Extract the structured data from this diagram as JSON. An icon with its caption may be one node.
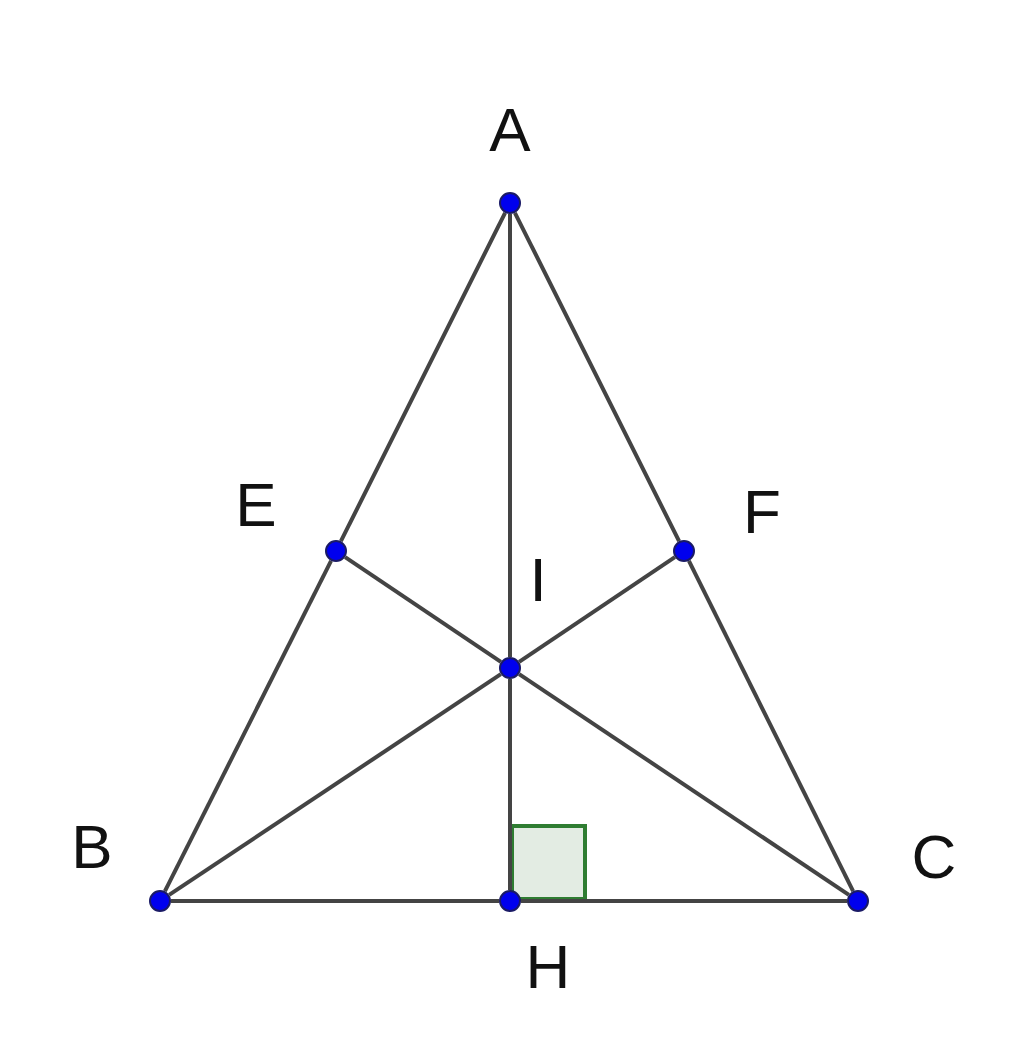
{
  "diagram": {
    "nodes": [
      {
        "text": [],
        "shape": "circle",
        "beside": [
          "A"
        ]
      },
      {
        "text": [],
        "shape": "circle",
        "beside": [
          "E"
        ]
      },
      {
        "text": [],
        "shape": "circle",
        "beside": [
          "F"
        ]
      },
      {
        "text": [],
        "shape": "circle",
        "beside": [
          "I"
        ]
      },
      {
        "text": [],
        "shape": "circle",
        "beside": [
          "B"
        ]
      },
      {
        "text": [],
        "shape": "circle",
        "beside": [
          "H"
        ]
      },
      {
        "text": [],
        "shape": "circle",
        "beside": [
          "C"
        ]
      },
      {
        "text": [],
        "shape": "box"
      }
    ],
    "edges": [
      {
        "from": 0,
        "to": 1,
        "arrow": "none"
      },
      {
        "from": 1,
        "to": 4,
        "arrow": "none"
      },
      {
        "from": 0,
        "to": 2,
        "arrow": "none"
      },
      {
        "from": 2,
        "to": 6,
        "arrow": "none"
      },
      {
        "from": 4,
        "to": 5,
        "arrow": "none"
      },
      {
        "from": 5,
        "to": 6,
        "arrow": "none"
      },
      {
        "from": 0,
        "to": 3,
        "arrow": "none"
      },
      {
        "from": 3,
        "to": 5,
        "arrow": "none"
      },
      {
        "from": 1,
        "to": 3,
        "arrow": "none"
      },
      {
        "from": 3,
        "to": 6,
        "arrow": "none"
      },
      {
        "from": 4,
        "to": 3,
        "arrow": "none"
      },
      {
        "from": 3,
        "to": 2,
        "arrow": "none"
      }
    ]
  }
}
